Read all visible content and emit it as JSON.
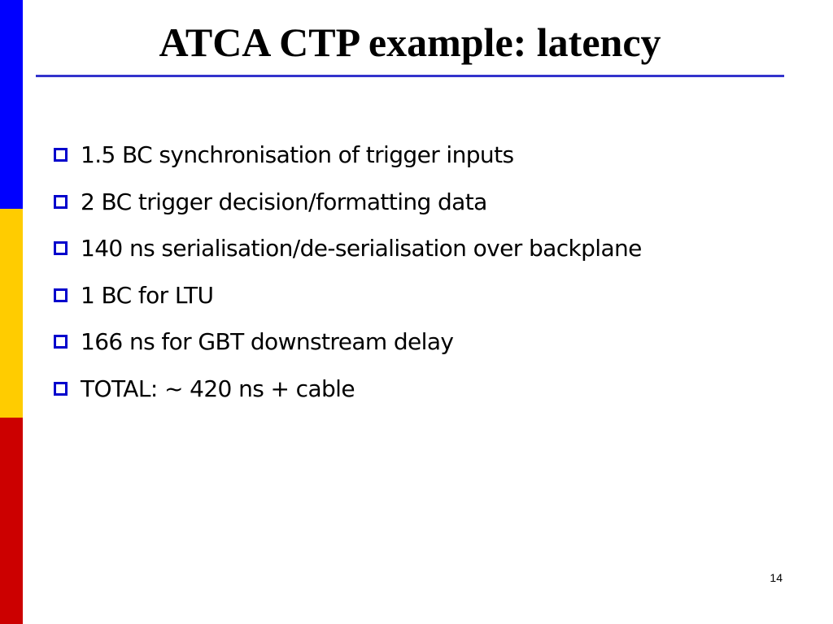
{
  "slide": {
    "title": "ATCA CTP example: latency",
    "bullets": [
      "1.5 BC synchronisation of trigger inputs",
      "2 BC trigger decision/formatting data",
      "140 ns serialisation/de-serialisation over backplane",
      "1 BC for LTU",
      "166 ns for GBT downstream delay",
      "TOTAL: ~ 420 ns + cable"
    ],
    "page_number": "14"
  },
  "colors": {
    "side_blue": "#0000FF",
    "side_yellow": "#FFCC00",
    "side_red": "#CC0000",
    "title_rule": "#3333CC",
    "bullet_marker": "#0000CC"
  },
  "icons": {
    "bullet": "hollow-square-bullet-icon"
  }
}
